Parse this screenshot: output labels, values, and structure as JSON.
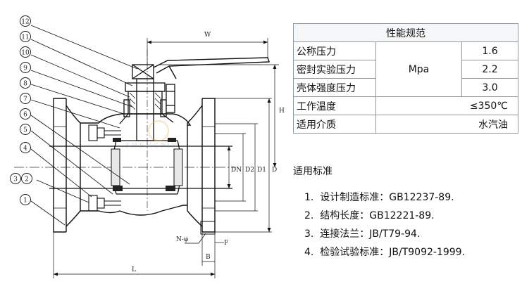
{
  "table": {
    "title": "性能规范",
    "rows": [
      {
        "label": "公称压力",
        "unit": "Mpa",
        "value": "1.6"
      },
      {
        "label": "密封实验压力",
        "value": "2.2"
      },
      {
        "label": "壳体强度压力",
        "value": "3.0"
      },
      {
        "label": "工作温度",
        "value": "≤350℃"
      },
      {
        "label": "适用介质",
        "value": "水汽油"
      }
    ]
  },
  "standards": {
    "title": "适用标准",
    "items": [
      {
        "num": "1.",
        "text": "设计制造标准：GB12237-89."
      },
      {
        "num": "2.",
        "text": "结构长度：GB12221-89."
      },
      {
        "num": "3.",
        "text": "连接法兰：JB/T79-94."
      },
      {
        "num": "4.",
        "text": "检验试验标准：JB/T9092-1999."
      }
    ]
  },
  "diagram": {
    "callouts": [
      "12",
      "11",
      "10",
      "9",
      "8",
      "7",
      "6",
      "5",
      "4",
      "3",
      "2",
      "1"
    ],
    "dimensions": {
      "W": "W",
      "H": "H",
      "DN": "DN",
      "D2": "D2",
      "D1": "D1",
      "D": "D",
      "L": "L",
      "B": "B",
      "F": "F",
      "holes": "N-φ"
    }
  }
}
